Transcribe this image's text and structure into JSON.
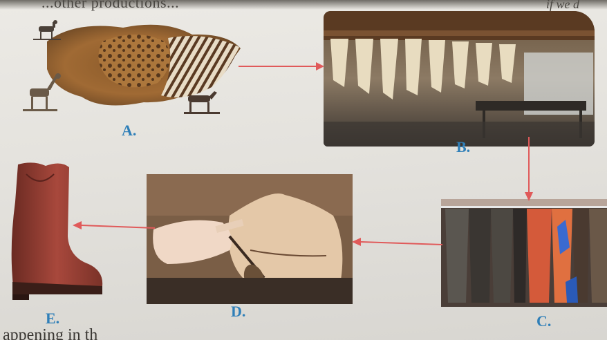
{
  "page": {
    "top_text": "...other productions...",
    "top_text_right": "if we d",
    "bottom_text": "appening in th"
  },
  "steps": [
    {
      "label": "A.",
      "subject": "animal-hides"
    },
    {
      "label": "B.",
      "subject": "hides-drying-in-tannery"
    },
    {
      "label": "C.",
      "subject": "dyed-leather-hanging"
    },
    {
      "label": "D.",
      "subject": "stitching-leather-boot"
    },
    {
      "label": "E.",
      "subject": "finished-leather-boot"
    }
  ],
  "colors": {
    "label": "#2f7fb8",
    "arrow": "#e05a5a",
    "page": "#e6e4df"
  }
}
